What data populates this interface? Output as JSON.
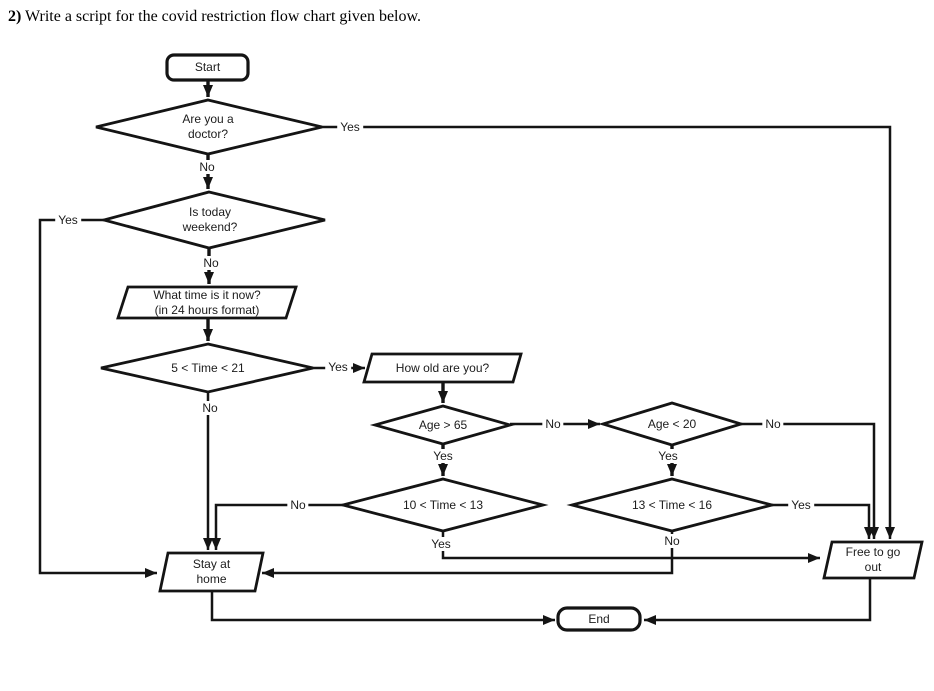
{
  "title": {
    "number": "2)",
    "text": " Write a script for the covid restriction flow chart given below."
  },
  "nodes": {
    "start": "Start",
    "doctor": "Are you a\ndoctor?",
    "weekend": "Is today\nweekend?",
    "time_input": "What time is it now?\n(in 24 hours format)",
    "time_check": "5 < Time < 21",
    "age_input": "How old are you?",
    "age_over_65": "Age > 65",
    "age_under_20": "Age < 20",
    "time_10_13": "10 < Time < 13",
    "time_13_16": "13 < Time < 16",
    "stay_home": "Stay at\nhome",
    "free_out": "Free to go\nout",
    "end": "End"
  },
  "edge_labels": {
    "doctor_yes": "Yes",
    "doctor_no": "No",
    "weekend_yes": "Yes",
    "weekend_no": "No",
    "time_yes": "Yes",
    "time_no": "No",
    "age65_no": "No",
    "age65_yes": "Yes",
    "age20_no": "No",
    "age20_yes": "Yes",
    "time1013_no": "No",
    "time1013_yes": "Yes",
    "time1316_yes": "Yes",
    "time1316_no": "No"
  },
  "edges": [
    {
      "from": "start",
      "to": "doctor",
      "label": ""
    },
    {
      "from": "doctor",
      "to": "free_out",
      "label": "Yes"
    },
    {
      "from": "doctor",
      "to": "weekend",
      "label": "No"
    },
    {
      "from": "weekend",
      "to": "stay_home",
      "label": "Yes"
    },
    {
      "from": "weekend",
      "to": "time_input",
      "label": "No"
    },
    {
      "from": "time_input",
      "to": "time_check",
      "label": ""
    },
    {
      "from": "time_check",
      "to": "age_input",
      "label": "Yes"
    },
    {
      "from": "time_check",
      "to": "stay_home",
      "label": "No"
    },
    {
      "from": "age_input",
      "to": "age_over_65",
      "label": ""
    },
    {
      "from": "age_over_65",
      "to": "age_under_20",
      "label": "No"
    },
    {
      "from": "age_over_65",
      "to": "time_10_13",
      "label": "Yes"
    },
    {
      "from": "age_under_20",
      "to": "free_out",
      "label": "No"
    },
    {
      "from": "age_under_20",
      "to": "time_13_16",
      "label": "Yes"
    },
    {
      "from": "time_10_13",
      "to": "stay_home",
      "label": "No"
    },
    {
      "from": "time_10_13",
      "to": "free_out",
      "label": "Yes"
    },
    {
      "from": "time_13_16",
      "to": "free_out",
      "label": "Yes"
    },
    {
      "from": "time_13_16",
      "to": "stay_home",
      "label": "No"
    },
    {
      "from": "stay_home",
      "to": "end",
      "label": ""
    },
    {
      "from": "free_out",
      "to": "end",
      "label": ""
    }
  ],
  "colors": {
    "line": "#141414",
    "text": "#1c1c1c",
    "background": "#ffffff"
  }
}
